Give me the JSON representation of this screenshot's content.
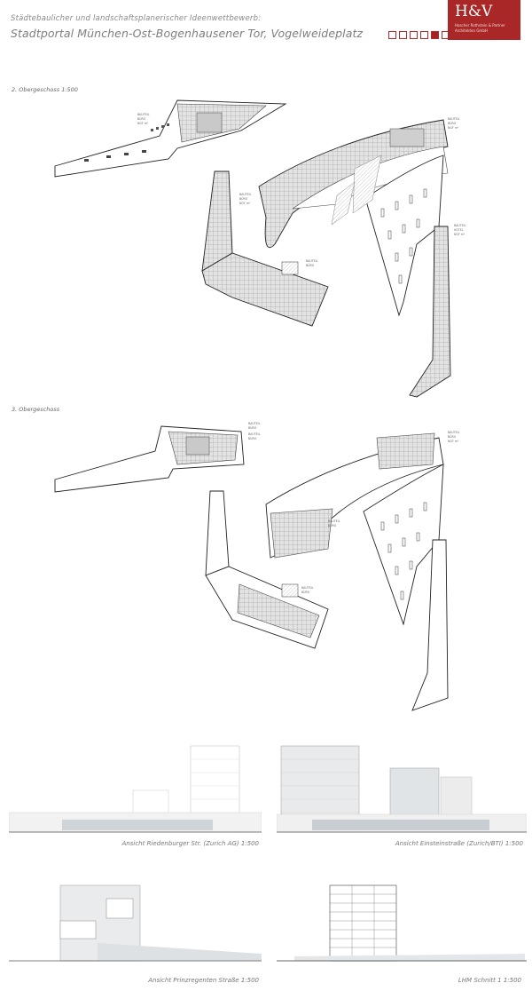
{
  "header": {
    "line1": "Städtebaulicher und landschaftsplanerischer Ideenwettbewerb:",
    "line2": "Stadtportal München-Ost-Bogenhausener Tor, Vogelweideplatz",
    "squares": [
      false,
      false,
      false,
      false,
      true,
      false
    ],
    "accent_color": "#a92727"
  },
  "logo": {
    "mark": "H&V",
    "line1": "Hascher Rothstein & Partner",
    "line2": "Architekten GmbH"
  },
  "plans": {
    "plan1_label": "2. Obergeschoss 1:500",
    "plan2_label": "3. Obergeschoss"
  },
  "elevations": [
    {
      "caption": "Ansicht Riedenburger Str. (Zurich AG) 1:500"
    },
    {
      "caption": "Ansicht Einsteinstraße (Zurich/BTI) 1:500"
    },
    {
      "caption": "Ansicht Prinzregenten Straße 1:500"
    },
    {
      "caption": "LHM Schnitt 1 1:500"
    }
  ]
}
